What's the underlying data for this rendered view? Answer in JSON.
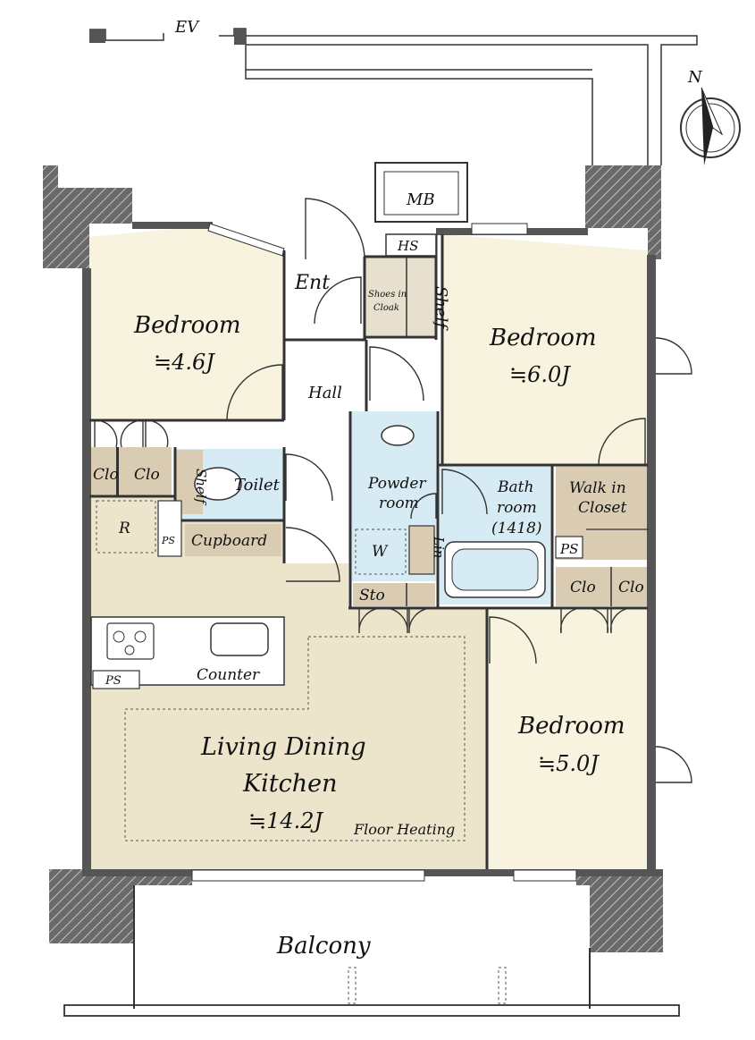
{
  "labels": {
    "ev": "EV",
    "mb": "MB",
    "hs": "HS",
    "ent": "Ent",
    "shoes_in": "Shoes in",
    "cloak": "Cloak",
    "shelf_entry": "Shelf",
    "hall": "Hall",
    "bedroom_nw": "Bedroom",
    "bedroom_nw_size": "≒4.6J",
    "bedroom_ne": "Bedroom",
    "bedroom_ne_size": "≒6.0J",
    "bedroom_se": "Bedroom",
    "bedroom_se_size": "≒5.0J",
    "clo_1": "Clo",
    "clo_2": "Clo",
    "clo_3": "Clo",
    "clo_4": "Clo",
    "shelf_toilet": "Shelf",
    "toilet": "Toilet",
    "r": "R",
    "ps_1": "PS",
    "ps_2": "PS",
    "ps_3": "PS",
    "cupboard": "Cupboard",
    "powder_room_1": "Powder",
    "powder_room_2": "room",
    "w": "W",
    "lin": "Lin",
    "sto": "Sto",
    "bath_1": "Bath",
    "bath_2": "room",
    "bath_3": "(1418)",
    "walk_in_1": "Walk in",
    "walk_in_2": "Closet",
    "counter": "Counter",
    "ldk_1": "Living Dining",
    "ldk_2": "Kitchen",
    "ldk_size": "≒14.2J",
    "floor_heating": "Floor Heating",
    "balcony": "Balcony",
    "north": "N"
  },
  "colors": {
    "bedroom": "#f7f3df",
    "hall": "#ffffff",
    "ldk": "#ede4cc",
    "wet": "#d6ebf3",
    "storage": "#d9ccb3",
    "wall": "#555555"
  }
}
